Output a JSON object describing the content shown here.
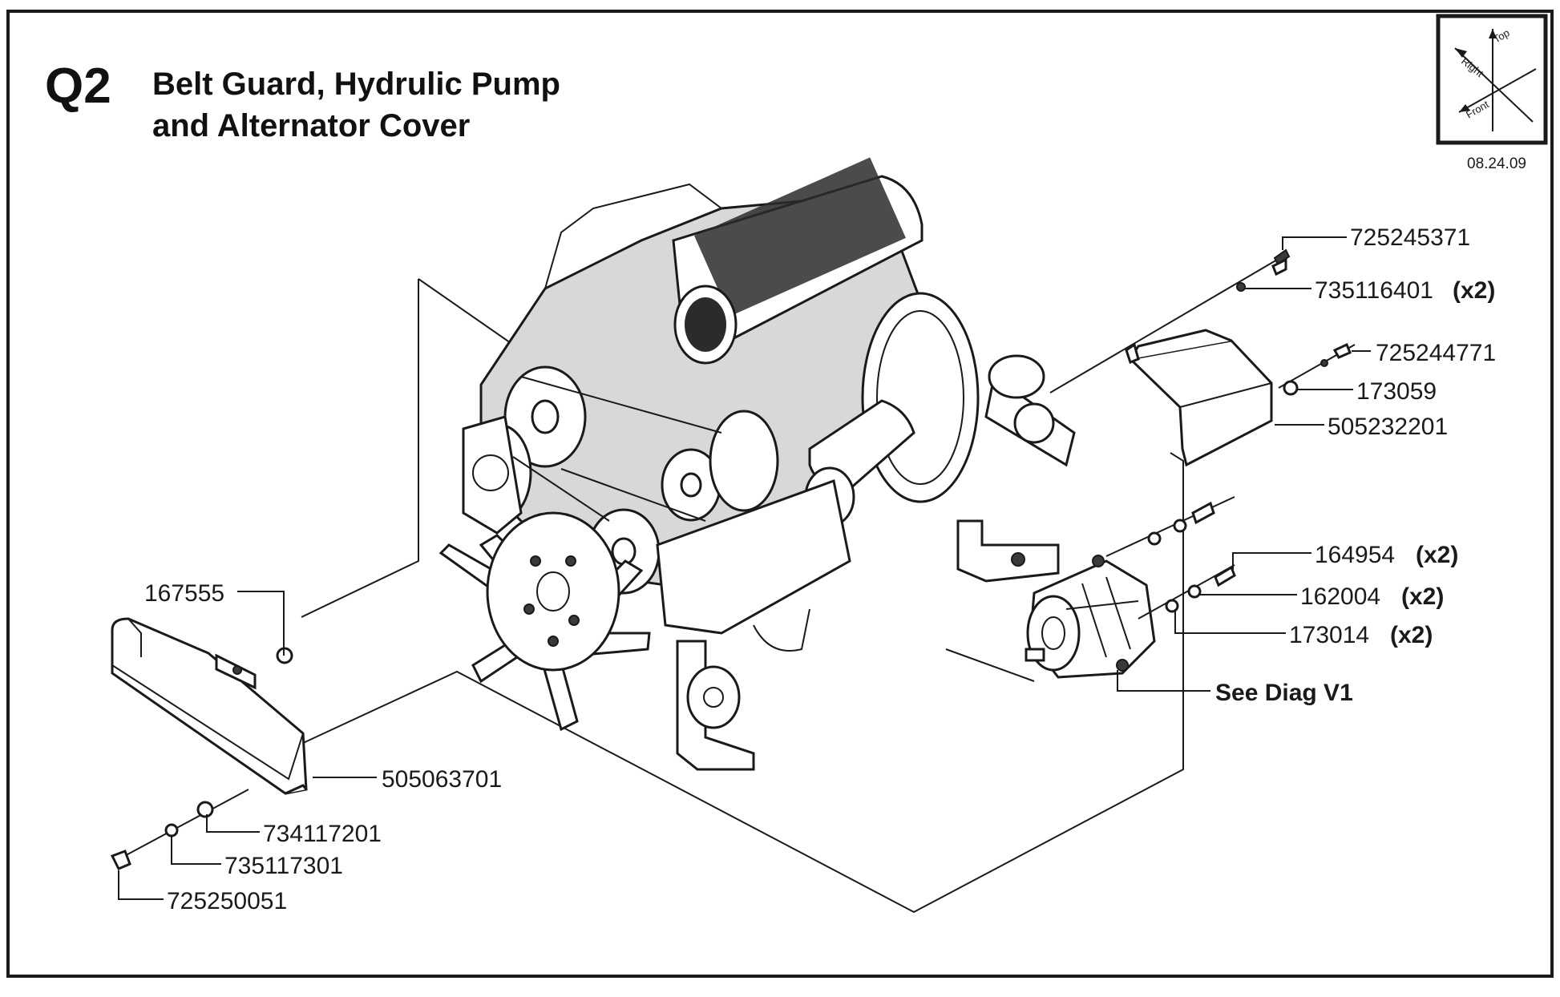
{
  "header": {
    "code": "Q2",
    "title_line1": "Belt Guard, Hydrulic Pump",
    "title_line2": "and Alternator Cover",
    "date": "08.24.09"
  },
  "orientation": {
    "top": "Top",
    "right": "Right",
    "front": "Front"
  },
  "callouts": [
    {
      "part": "725245371",
      "qty": ""
    },
    {
      "part": "735116401",
      "qty": "(x2)"
    },
    {
      "part": "725244771",
      "qty": ""
    },
    {
      "part": "173059",
      "qty": ""
    },
    {
      "part": "505232201",
      "qty": ""
    },
    {
      "part": "164954",
      "qty": "(x2)"
    },
    {
      "part": "162004",
      "qty": "(x2)"
    },
    {
      "part": "173014",
      "qty": "(x2)"
    },
    {
      "part": "167555",
      "qty": ""
    },
    {
      "part": "505063701",
      "qty": ""
    },
    {
      "part": "734117201",
      "qty": ""
    },
    {
      "part": "735117301",
      "qty": ""
    },
    {
      "part": "725250051",
      "qty": ""
    }
  ],
  "reference": "See Diag V1"
}
